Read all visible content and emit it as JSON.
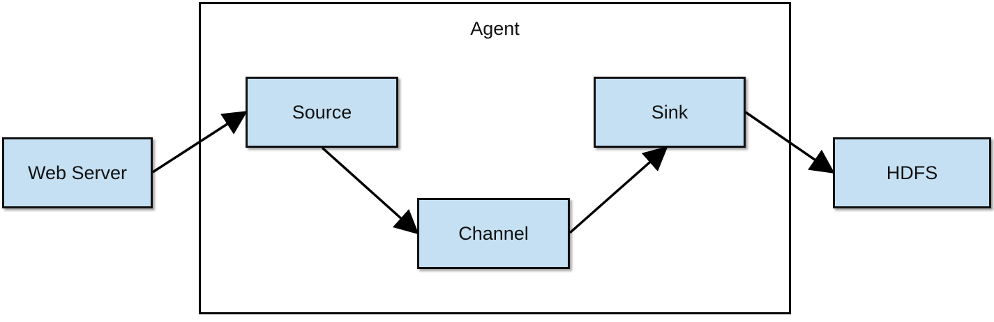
{
  "diagram": {
    "container": {
      "label": "Agent"
    },
    "nodes": [
      {
        "id": "web",
        "label": "Web Server"
      },
      {
        "id": "source",
        "label": "Source"
      },
      {
        "id": "channel",
        "label": "Channel"
      },
      {
        "id": "sink",
        "label": "Sink"
      },
      {
        "id": "hdfs",
        "label": "HDFS"
      }
    ],
    "edges": [
      {
        "from": "web",
        "to": "source"
      },
      {
        "from": "source",
        "to": "channel"
      },
      {
        "from": "channel",
        "to": "sink"
      },
      {
        "from": "sink",
        "to": "hdfs"
      }
    ],
    "colors": {
      "node_fill": "#c5e0f2",
      "stroke": "#111111"
    }
  }
}
